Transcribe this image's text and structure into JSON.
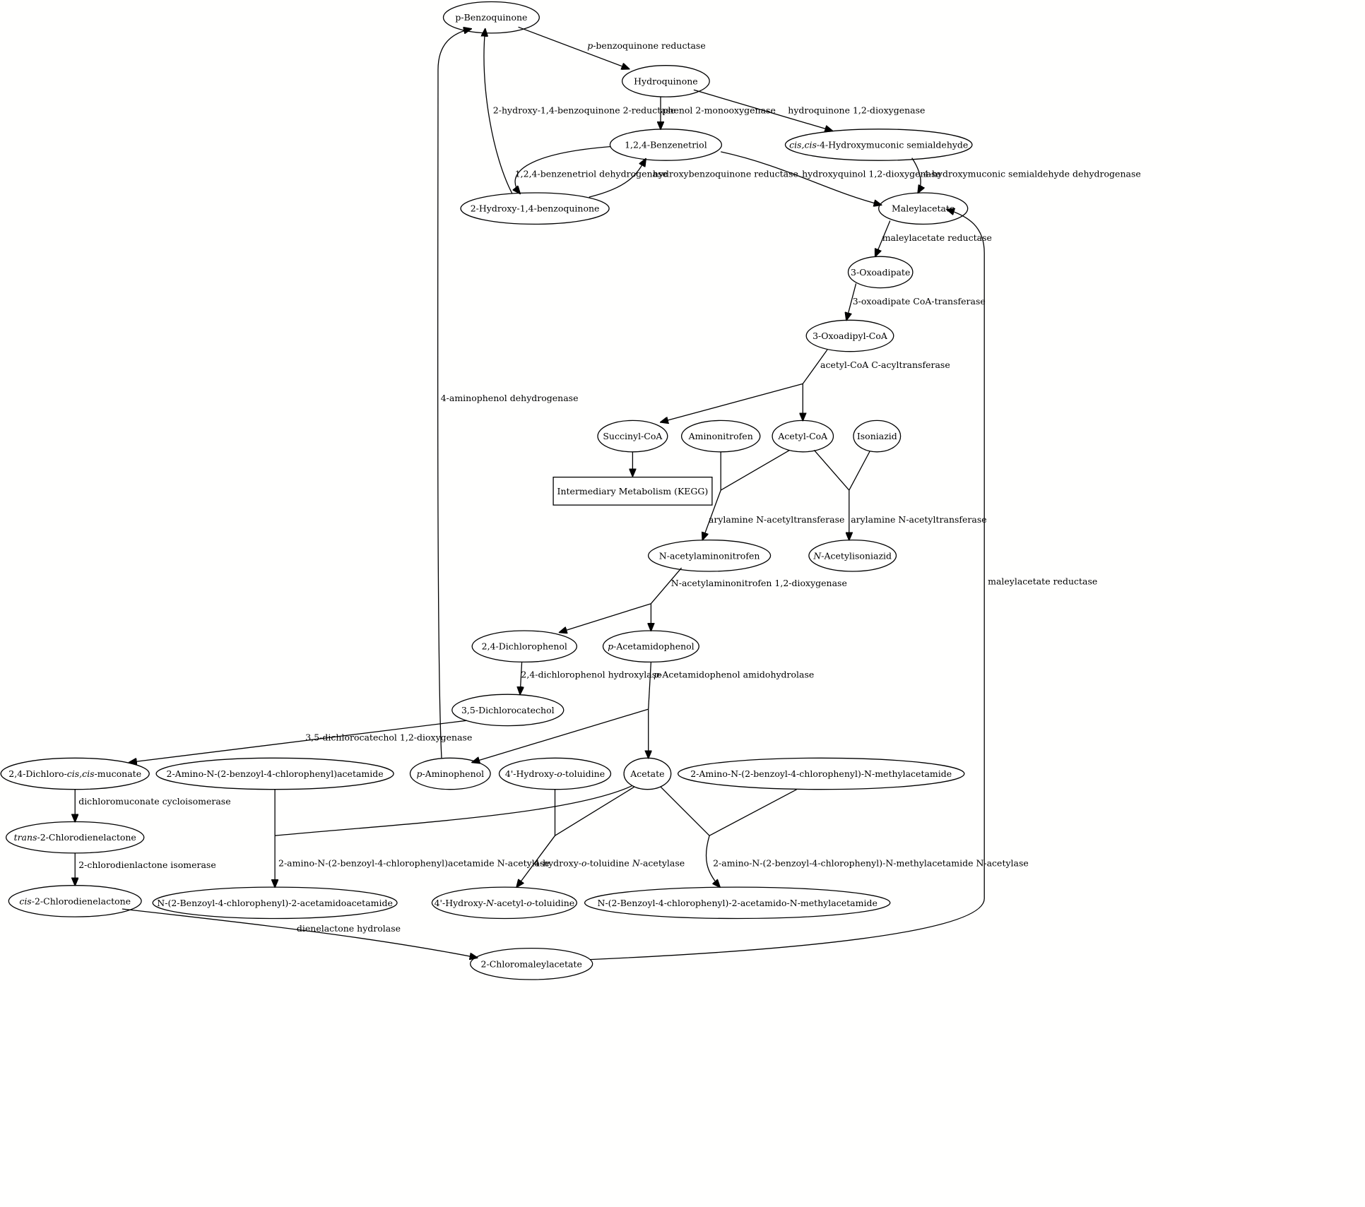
{
  "diagram": {
    "nodes": [
      {
        "id": "pbq",
        "label": [
          {
            "t": "p-Benzoquinone"
          }
        ]
      },
      {
        "id": "hq",
        "label": [
          {
            "t": "Hydroquinone"
          }
        ]
      },
      {
        "id": "bt",
        "label": [
          {
            "t": "1,2,4-Benzenetriol"
          }
        ]
      },
      {
        "id": "ccsem",
        "label": [
          {
            "t": "cis,cis",
            "i": true
          },
          {
            "t": "-4-Hydroxymuconic semialdehyde"
          }
        ]
      },
      {
        "id": "hbq",
        "label": [
          {
            "t": "2-Hydroxy-1,4-benzoquinone"
          }
        ]
      },
      {
        "id": "ma",
        "label": [
          {
            "t": "Maleylacetate"
          }
        ]
      },
      {
        "id": "oxo",
        "label": [
          {
            "t": "3-Oxoadipate"
          }
        ]
      },
      {
        "id": "oxocoa",
        "label": [
          {
            "t": "3-Oxoadipyl-CoA"
          }
        ]
      },
      {
        "id": "succ",
        "label": [
          {
            "t": "Succinyl-CoA"
          }
        ]
      },
      {
        "id": "amn",
        "label": [
          {
            "t": "Aminonitrofen"
          }
        ]
      },
      {
        "id": "acoa",
        "label": [
          {
            "t": "Acetyl-CoA"
          }
        ]
      },
      {
        "id": "iso",
        "label": [
          {
            "t": "Isoniazid"
          }
        ]
      },
      {
        "id": "kegg",
        "label": [
          {
            "t": "Intermediary Metabolism (KEGG)"
          }
        ]
      },
      {
        "id": "naan",
        "label": [
          {
            "t": "N-acetylaminonitrofen"
          }
        ]
      },
      {
        "id": "nai",
        "label": [
          {
            "t": "N",
            "i": true
          },
          {
            "t": "-Acetylisoniazid"
          }
        ]
      },
      {
        "id": "dcp",
        "label": [
          {
            "t": "2,4-Dichlorophenol"
          }
        ]
      },
      {
        "id": "pap",
        "label": [
          {
            "t": "p",
            "i": true
          },
          {
            "t": "-Acetamidophenol"
          }
        ]
      },
      {
        "id": "dcc",
        "label": [
          {
            "t": "3,5-Dichlorocatechol"
          }
        ]
      },
      {
        "id": "dcm",
        "label": [
          {
            "t": "2,4-Dichloro-"
          },
          {
            "t": "cis,cis",
            "i": true
          },
          {
            "t": "-muconate"
          }
        ]
      },
      {
        "id": "abca",
        "label": [
          {
            "t": "2-Amino-N-(2-benzoyl-4-chlorophenyl)acetamide"
          }
        ]
      },
      {
        "id": "pamp",
        "label": [
          {
            "t": "p",
            "i": true
          },
          {
            "t": "-Aminophenol"
          }
        ]
      },
      {
        "id": "hot",
        "label": [
          {
            "t": "4'-Hydroxy-"
          },
          {
            "t": "o",
            "i": true
          },
          {
            "t": "-toluidine"
          }
        ]
      },
      {
        "id": "acet",
        "label": [
          {
            "t": "Acetate"
          }
        ]
      },
      {
        "id": "abcm",
        "label": [
          {
            "t": "2-Amino-N-(2-benzoyl-4-chlorophenyl)-N-methylacetamide"
          }
        ]
      },
      {
        "id": "tcd",
        "label": [
          {
            "t": "trans",
            "i": true
          },
          {
            "t": "-2-Chlorodienelactone"
          }
        ]
      },
      {
        "id": "ccd",
        "label": [
          {
            "t": "cis",
            "i": true
          },
          {
            "t": "-2-Chlorodienelactone"
          }
        ]
      },
      {
        "id": "nbca",
        "label": [
          {
            "t": "N-(2-Benzoyl-4-chlorophenyl)-2-acetamidoacetamide"
          }
        ]
      },
      {
        "id": "hnat",
        "label": [
          {
            "t": "4'-Hydroxy-"
          },
          {
            "t": "N",
            "i": true
          },
          {
            "t": "-acetyl-"
          },
          {
            "t": "o",
            "i": true
          },
          {
            "t": "-toluidine"
          }
        ]
      },
      {
        "id": "nbcm",
        "label": [
          {
            "t": "N-(2-Benzoyl-4-chlorophenyl)-2-acetamido-N-methylacetamide"
          }
        ]
      },
      {
        "id": "cma",
        "label": [
          {
            "t": "2-Chloromaleylacetate"
          }
        ]
      }
    ],
    "edges": [
      {
        "id": "e-pbq-hq",
        "label": [
          {
            "t": "p",
            "i": true
          },
          {
            "t": "-benzoquinone reductase"
          }
        ]
      },
      {
        "id": "e-hbq-pbq",
        "label": [
          {
            "t": "2-hydroxy-1,4-benzoquinone 2-reductase"
          }
        ]
      },
      {
        "id": "e-hq-bt",
        "label": [
          {
            "t": "phenol 2-monooxygenase"
          }
        ]
      },
      {
        "id": "e-hq-ccsem",
        "label": [
          {
            "t": "hydroquinone 1,2-dioxygenase"
          }
        ]
      },
      {
        "id": "e-bt-hbq",
        "label": [
          {
            "t": "1,2,4-benzenetriol dehydrogenase"
          }
        ]
      },
      {
        "id": "e-hbq-bt",
        "label": [
          {
            "t": "hydroxybenzoquinone reductase"
          }
        ]
      },
      {
        "id": "e-bt-ma",
        "label": [
          {
            "t": "hydroxyquinol 1,2-dioxygenase"
          }
        ]
      },
      {
        "id": "e-ccsem-ma",
        "label": [
          {
            "t": "4-hydroxymuconic semialdehyde dehydrogenase"
          }
        ]
      },
      {
        "id": "e-ma-oxo",
        "label": [
          {
            "t": "maleylacetate reductase"
          }
        ]
      },
      {
        "id": "e-oxo-oxocoa",
        "label": [
          {
            "t": "3-oxoadipate CoA-transferase"
          }
        ]
      },
      {
        "id": "e-oxocoa-split",
        "label": [
          {
            "t": "acetyl-CoA C-acyltransferase"
          }
        ]
      },
      {
        "id": "e-succ-kegg",
        "label": []
      },
      {
        "id": "e-amn-naan",
        "label": [
          {
            "t": "arylamine N-acetyltransferase"
          }
        ]
      },
      {
        "id": "e-iso-nai",
        "label": [
          {
            "t": "arylamine N-acetyltransferase"
          }
        ]
      },
      {
        "id": "e-naan-split",
        "label": [
          {
            "t": "N-acetylaminonitrofen 1,2-dioxygenase"
          }
        ]
      },
      {
        "id": "e-dcp-dcc",
        "label": [
          {
            "t": "2,4-dichlorophenol hydroxylase"
          }
        ]
      },
      {
        "id": "e-pap-split",
        "label": [
          {
            "t": "p",
            "i": true
          },
          {
            "t": "-Acetamidophenol amidohydrolase"
          }
        ]
      },
      {
        "id": "e-pamp-pbq",
        "label": [
          {
            "t": "4-aminophenol dehydrogenase"
          }
        ]
      },
      {
        "id": "e-dcc-dcm",
        "label": [
          {
            "t": "3,5-dichlorocatechol 1,2-dioxygenase"
          }
        ]
      },
      {
        "id": "e-dcm-tcd",
        "label": [
          {
            "t": "dichloromuconate cycloisomerase"
          }
        ]
      },
      {
        "id": "e-tcd-ccd",
        "label": [
          {
            "t": "2-chlorodienlactone isomerase"
          }
        ]
      },
      {
        "id": "e-ccd-cma",
        "label": [
          {
            "t": "dienelactone hydrolase"
          }
        ]
      },
      {
        "id": "e-abca-nbca",
        "label": [
          {
            "t": "2-amino-N-(2-benzoyl-4-chlorophenyl)acetamide N-acetylase"
          }
        ]
      },
      {
        "id": "e-hot-hnat",
        "label": [
          {
            "t": "4-hydroxy-"
          },
          {
            "t": "o",
            "i": true
          },
          {
            "t": "-toluidine "
          },
          {
            "t": "N",
            "i": true
          },
          {
            "t": "-acetylase"
          }
        ]
      },
      {
        "id": "e-abcm-nbcm",
        "label": [
          {
            "t": "2-amino-N-(2-benzoyl-4-chlorophenyl)-N-methylacetamide N-acetylase"
          }
        ]
      },
      {
        "id": "e-cma-ma",
        "label": [
          {
            "t": "maleylacetate reductase"
          }
        ]
      }
    ]
  }
}
